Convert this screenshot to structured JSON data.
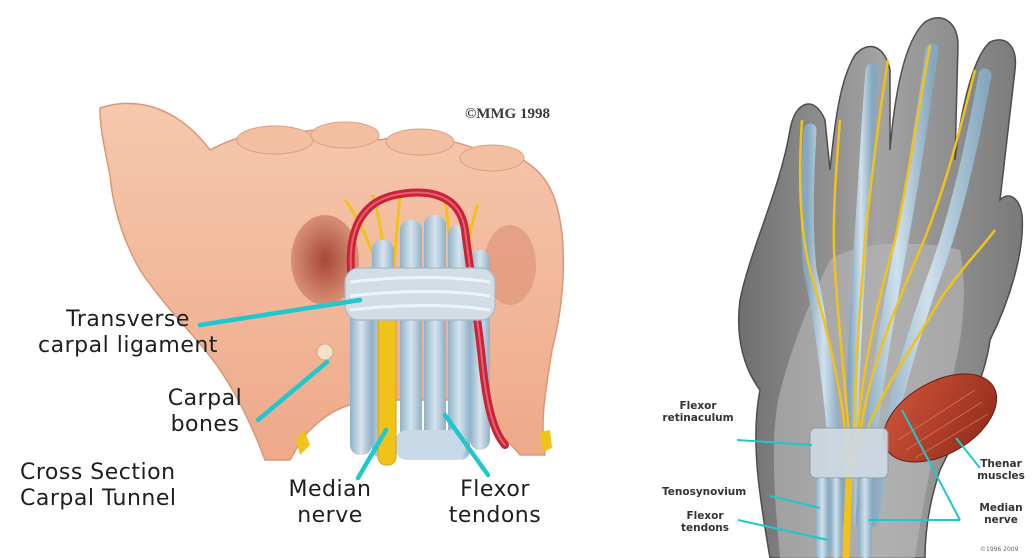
{
  "left": {
    "copyright": "©MMG 1998",
    "labels": {
      "ligament": [
        "Transverse",
        "carpal ligament"
      ],
      "bones": [
        "Carpal",
        "bones"
      ],
      "title": [
        "Cross Section",
        "Carpal Tunnel"
      ],
      "nerve": [
        "Median",
        "nerve"
      ],
      "tendons": [
        "Flexor",
        "tendons"
      ]
    }
  },
  "right": {
    "labels": {
      "retinaculum": [
        "Flexor",
        "retinaculum"
      ],
      "tenosynovium": "Tenosynovium",
      "tendons": [
        "Flexor",
        "tendons"
      ],
      "thenar": [
        "Thenar",
        "muscles"
      ],
      "nerve": [
        "Median",
        "nerve"
      ]
    },
    "copyright": "©1996 2009"
  },
  "colors": {
    "skin": "#f2b999",
    "skin_shadow": "#d98f6f",
    "ligament": "#d3dde6",
    "tendon": "#a9c3d6",
    "artery": "#c9233a",
    "nerve": "#f1c21a",
    "pointer": "#20c7cf",
    "bone_gray": "#8c8c8c",
    "muscle": "#b23a26"
  }
}
